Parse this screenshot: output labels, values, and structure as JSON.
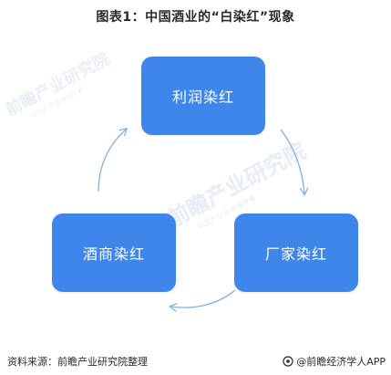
{
  "title": "图表1：中国酒业的“白染红”现象",
  "nodes": {
    "top": "利润染红",
    "right": "厂家染红",
    "left": "酒商染红"
  },
  "watermark": {
    "main": "前瞻产业研究院",
    "sub": "中国产业咨询领导者"
  },
  "footer": {
    "source": "资料来源：前瞻产业研究院整理",
    "brand": "@前瞻经济学人APP"
  },
  "colors": {
    "node_fill": "#3f86ea",
    "arrow": "#7fb1dc",
    "text_dark": "#2b2b2b"
  },
  "icons": [
    "cycle-arrow-icon",
    "brand-logo-icon"
  ]
}
